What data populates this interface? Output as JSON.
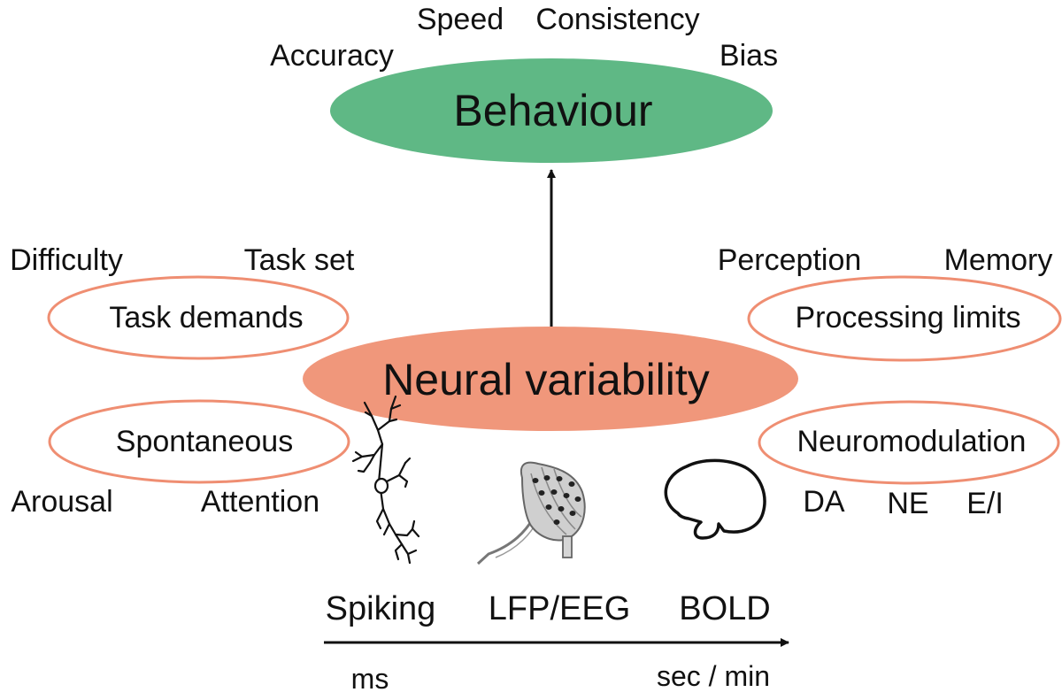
{
  "colors": {
    "behaviour_fill": "#5fb885",
    "neural_fill": "#f0977b",
    "ring_stroke": "#ef8e72",
    "text": "#111111"
  },
  "behaviour": {
    "label": "Behaviour",
    "measures": [
      "Speed",
      "Consistency",
      "Accuracy",
      "Bias"
    ]
  },
  "neural": {
    "label": "Neural variability"
  },
  "task_demands": {
    "label": "Task demands",
    "factors": [
      "Difficulty",
      "Task set"
    ]
  },
  "processing_limits": {
    "label": "Processing limits",
    "factors": [
      "Perception",
      "Memory"
    ]
  },
  "spontaneous": {
    "label": "Spontaneous",
    "factors": [
      "Arousal",
      "Attention"
    ]
  },
  "neuromodulation": {
    "label": "Neuromodulation",
    "factors": [
      "DA",
      "NE",
      "E/I"
    ]
  },
  "measurement": {
    "icons": [
      "neuron-icon",
      "eeg-cap-icon",
      "brain-icon"
    ],
    "methods": [
      "Spiking",
      "LFP/EEG",
      "BOLD"
    ],
    "timescale_start": "ms",
    "timescale_end": "sec / min"
  }
}
